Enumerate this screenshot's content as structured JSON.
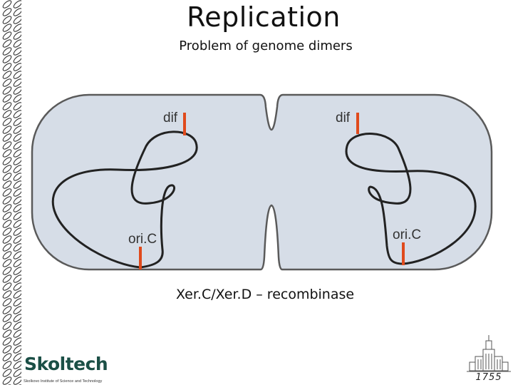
{
  "slide": {
    "title": "Replication",
    "subtitle": "Problem of genome dimers",
    "caption": "Xer.C/Xer.D – recombinase"
  },
  "diagram": {
    "labels": {
      "dif_left": "dif",
      "dif_right": "dif",
      "oric_left": "ori.C",
      "oric_right": "ori.C"
    },
    "colors": {
      "cell_fill": "#d6dde7",
      "cell_outline": "#5a5a5a",
      "dna": "#222222",
      "site_marker": "#e04a1c"
    }
  },
  "footer": {
    "logo_text": "Skoltech",
    "logo_subtext": "Skolkovo Institute of Science and Technology",
    "emblem_year": "1755"
  }
}
